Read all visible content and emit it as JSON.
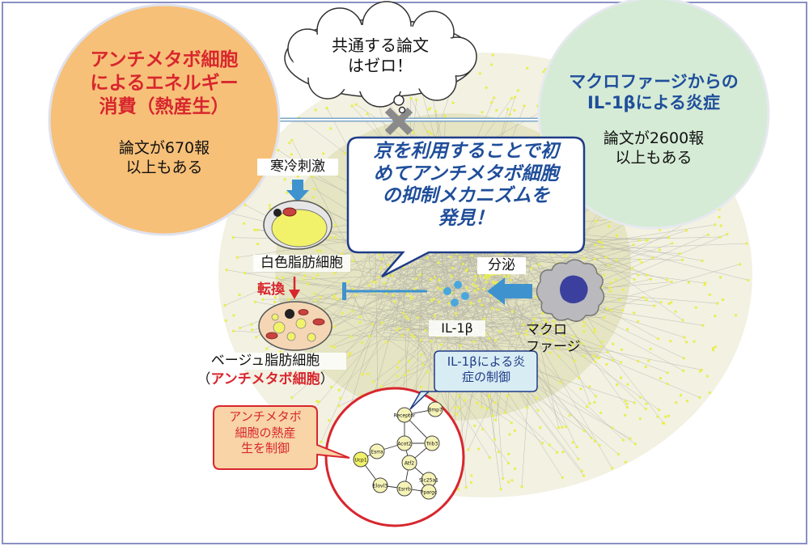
{
  "left_circle": {
    "title_lines": [
      "アンチメタボ細胞",
      "によるエネルギー",
      "消費（熱産生）"
    ],
    "body_lines": [
      "論文が670報",
      "以上もある"
    ]
  },
  "right_circle": {
    "title_lines": [
      "マクロファージからの",
      "IL-1βによる炎症"
    ],
    "body_lines": [
      "論文が2600報",
      "以上もある"
    ]
  },
  "thought_cloud": {
    "lines": [
      "共通する論文",
      "はゼロ！"
    ]
  },
  "main_callout": {
    "lines": [
      "京を利用することで初",
      "めてアンチメタボ細胞",
      "の抑制メカニズムを",
      "発見！"
    ]
  },
  "labels": {
    "cold_stimulus": "寒冷刺激",
    "white_fat_cell": "白色脂肪細胞",
    "conversion": "転換",
    "beige_fat_cell": "ベージュ脂肪細胞",
    "anti_metabo_open": "（",
    "anti_metabo_word": "アンチメタボ細胞",
    "anti_metabo_close": "）",
    "secretion": "分泌",
    "il1b": "IL-1β",
    "macrophage_lines": [
      "マクロ",
      "ファージ"
    ]
  },
  "callout_inflammation": {
    "lines": [
      "IL-1βによる炎",
      "症の制御"
    ]
  },
  "callout_thermogenesis": {
    "lines": [
      "アンチメタボ",
      "細胞の熱産",
      "生を制御"
    ]
  },
  "network_nodes": [
    "Receptor",
    "Bmp7",
    "Acot2",
    "Trib3",
    "Esrra",
    "Atf2",
    "Ucp1",
    "Slc25a1",
    "Elovl3",
    "Esrrb",
    "Ppargc"
  ],
  "colors": {
    "border": "#8a8fc4",
    "left_circle": "#f7c078",
    "right_circle": "#d5ebd6",
    "callout_border": "#1f3c88",
    "accent_red": "#d8262e",
    "arrow_blue": "#3e93cf",
    "network_yellow": "#e9ee4e"
  }
}
